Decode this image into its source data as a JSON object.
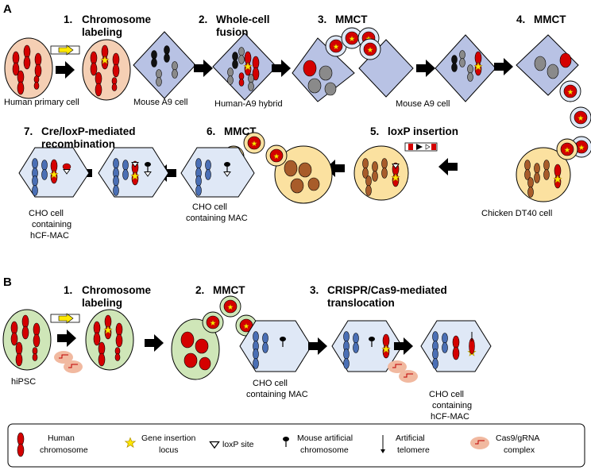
{
  "panel_a": {
    "letter": "A",
    "steps": [
      {
        "num": "1.",
        "l1": "Chromosome",
        "l2": "labeling"
      },
      {
        "num": "2.",
        "l1": "Whole-cell",
        "l2": "fusion"
      },
      {
        "num": "3.",
        "l1": "MMCT",
        "l2": ""
      },
      {
        "num": "4.",
        "l1": "MMCT",
        "l2": ""
      },
      {
        "num": "5.",
        "l1": "loxP insertion",
        "l2": ""
      },
      {
        "num": "6.",
        "l1": "MMCT",
        "l2": ""
      },
      {
        "num": "7.",
        "l1": "Cre/loxP-mediated",
        "l2": "recombination"
      }
    ],
    "captions": {
      "human_primary": "Human primary cell",
      "mouse_a9_1": "Mouse A9 cell",
      "hybrid": "Human-A9 hybrid",
      "mouse_a9_2": "Mouse A9 cell",
      "dt40": "Chicken DT40 cell",
      "cho_mac": [
        "CHO  cell",
        "containing MAC"
      ],
      "cho_hcf": [
        "CHO  cell",
        "containing",
        "hCF-MAC"
      ]
    }
  },
  "panel_b": {
    "letter": "B",
    "steps": [
      {
        "num": "1.",
        "l1": "Chromosome",
        "l2": "labeling"
      },
      {
        "num": "2.",
        "l1": "MMCT",
        "l2": ""
      },
      {
        "num": "3.",
        "l1": "CRISPR/Cas9-mediated",
        "l2": "translocation"
      }
    ],
    "captions": {
      "hipsc": "hiPSC",
      "cho_mac": [
        "CHO  cell",
        "containing MAC"
      ],
      "cho_hcf": [
        "CHO  cell",
        "containing",
        "hCF-MAC"
      ]
    }
  },
  "legend": {
    "human_chromosome": [
      "Human",
      "chromosome"
    ],
    "gene_insertion": [
      "Gene insertion",
      "locus"
    ],
    "loxp": "loxP site",
    "mac": [
      "Mouse artificial",
      "chromosome"
    ],
    "telomere": [
      "Artificial",
      "telomere"
    ],
    "cas9": [
      "Cas9/gRNA",
      "complex"
    ]
  },
  "colors": {
    "human_cell": "#f5cfb4",
    "mouse_cell": "#b8c2e4",
    "dt40_cell": "#fbe1a0",
    "cho_cell": "#dfe8f6",
    "hipsc_cell": "#cfe6b8",
    "red_chrom": "#d40000",
    "blue_chrom": "#4a6fb5",
    "brown_chrom": "#a85c2a",
    "gray_chrom": "#8a8a8a",
    "star": "#ffe800"
  }
}
